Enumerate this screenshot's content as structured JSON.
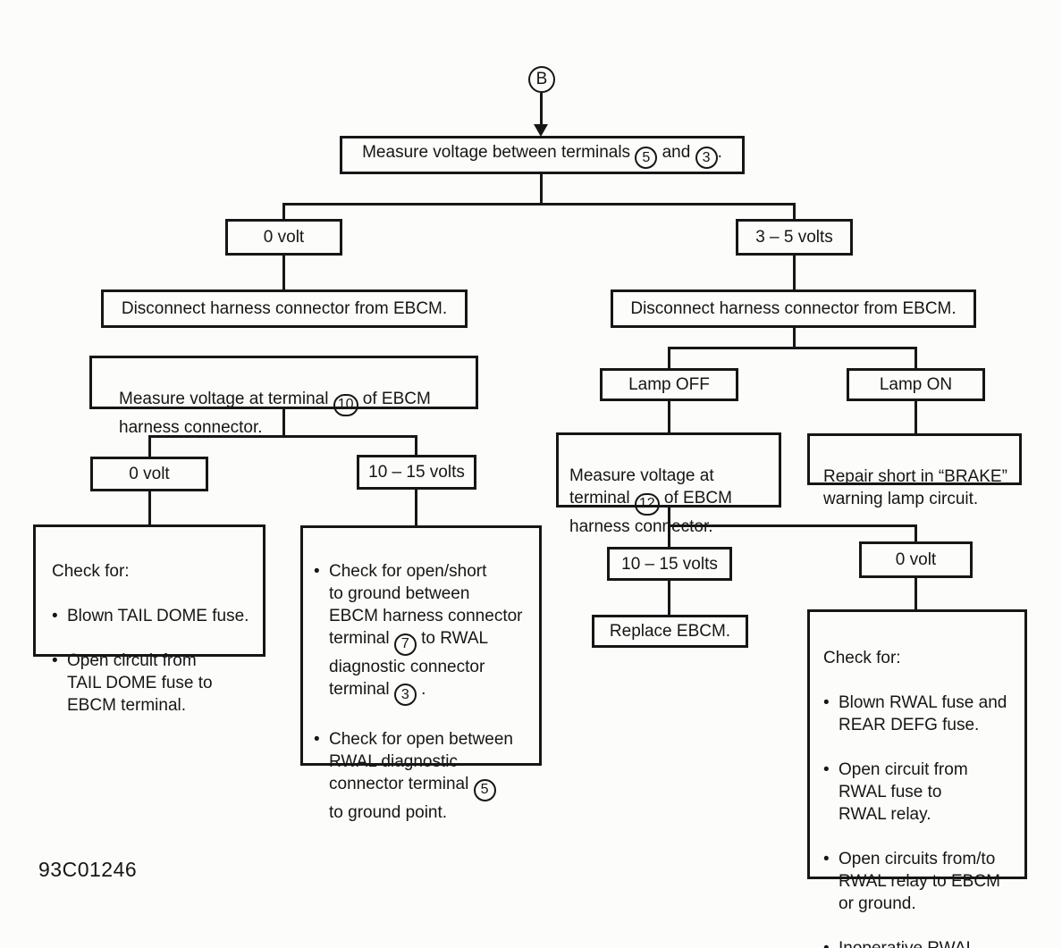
{
  "figure": {
    "id": "93C01246"
  },
  "flowchart": {
    "entry_label": "B",
    "nodes": {
      "measure53": {
        "t1": "Measure voltage between terminals ",
        "c1": "5",
        "t2": " and ",
        "c2": "3",
        "t3": "."
      },
      "volt0_a": {
        "label": "0 volt"
      },
      "volts35": {
        "label": "3 – 5 volts"
      },
      "discLeft": {
        "label": "Disconnect harness connector from EBCM."
      },
      "discRight": {
        "label": "Disconnect harness connector from EBCM."
      },
      "measure10": {
        "t1": "Measure voltage at terminal ",
        "c1": "10",
        "t2": " of EBCM\nharness connector."
      },
      "volt0_b": {
        "label": "0 volt"
      },
      "volts1015a": {
        "label": "10 – 15 volts"
      },
      "checkTail": {
        "title": "Check for:",
        "bullets": [
          "Blown TAIL DOME fuse.",
          "Open circuit from\nTAIL DOME fuse to\nEBCM terminal."
        ]
      },
      "checkMid": {
        "b1": {
          "t1": "Check for open/short\nto ground between\nEBCM harness connector\nterminal ",
          "c1": "7",
          "t2": " to RWAL\ndiagnostic connector\nterminal ",
          "c2": "3",
          "t3": " ."
        },
        "b2": {
          "t1": "Check for open between\nRWAL diagnostic\nconnector terminal ",
          "c1": "5",
          "t2": "\nto ground point."
        }
      },
      "lampOff": {
        "label": "Lamp OFF"
      },
      "lampOn": {
        "label": "Lamp ON"
      },
      "measure12": {
        "t1": "Measure voltage at\nterminal ",
        "c1": "12",
        "t2": " of EBCM\nharness connector."
      },
      "repairShort": {
        "label": "Repair short in “BRAKE”\nwarning lamp circuit."
      },
      "volts1015b": {
        "label": "10 – 15 volts"
      },
      "volt0_c": {
        "label": "0 volt"
      },
      "replaceEbcm": {
        "label": "Replace EBCM."
      },
      "checkRwal": {
        "title": "Check for:",
        "bullets": [
          "Blown RWAL fuse and\nREAR DEFG fuse.",
          "Open circuit from\nRWAL fuse to\nRWAL relay.",
          "Open circuits from/to\nRWAL relay to EBCM\nor ground.",
          "Inoperative RWAL\nrelay."
        ]
      }
    }
  }
}
